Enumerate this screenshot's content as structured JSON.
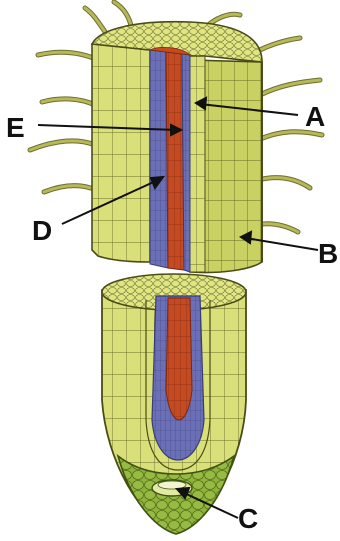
{
  "labels": {
    "a": "A",
    "b": "B",
    "c": "C",
    "d": "D",
    "e": "E"
  },
  "colors": {
    "cortex": "#d9e07a",
    "cortex_dark": "#c5cd5c",
    "cell_line": "#6b6e2a",
    "xylem": "#c44a22",
    "phloem": "#6b6fb5",
    "root_cap": "#8fb23b",
    "root_hair": "#b7b85a"
  }
}
